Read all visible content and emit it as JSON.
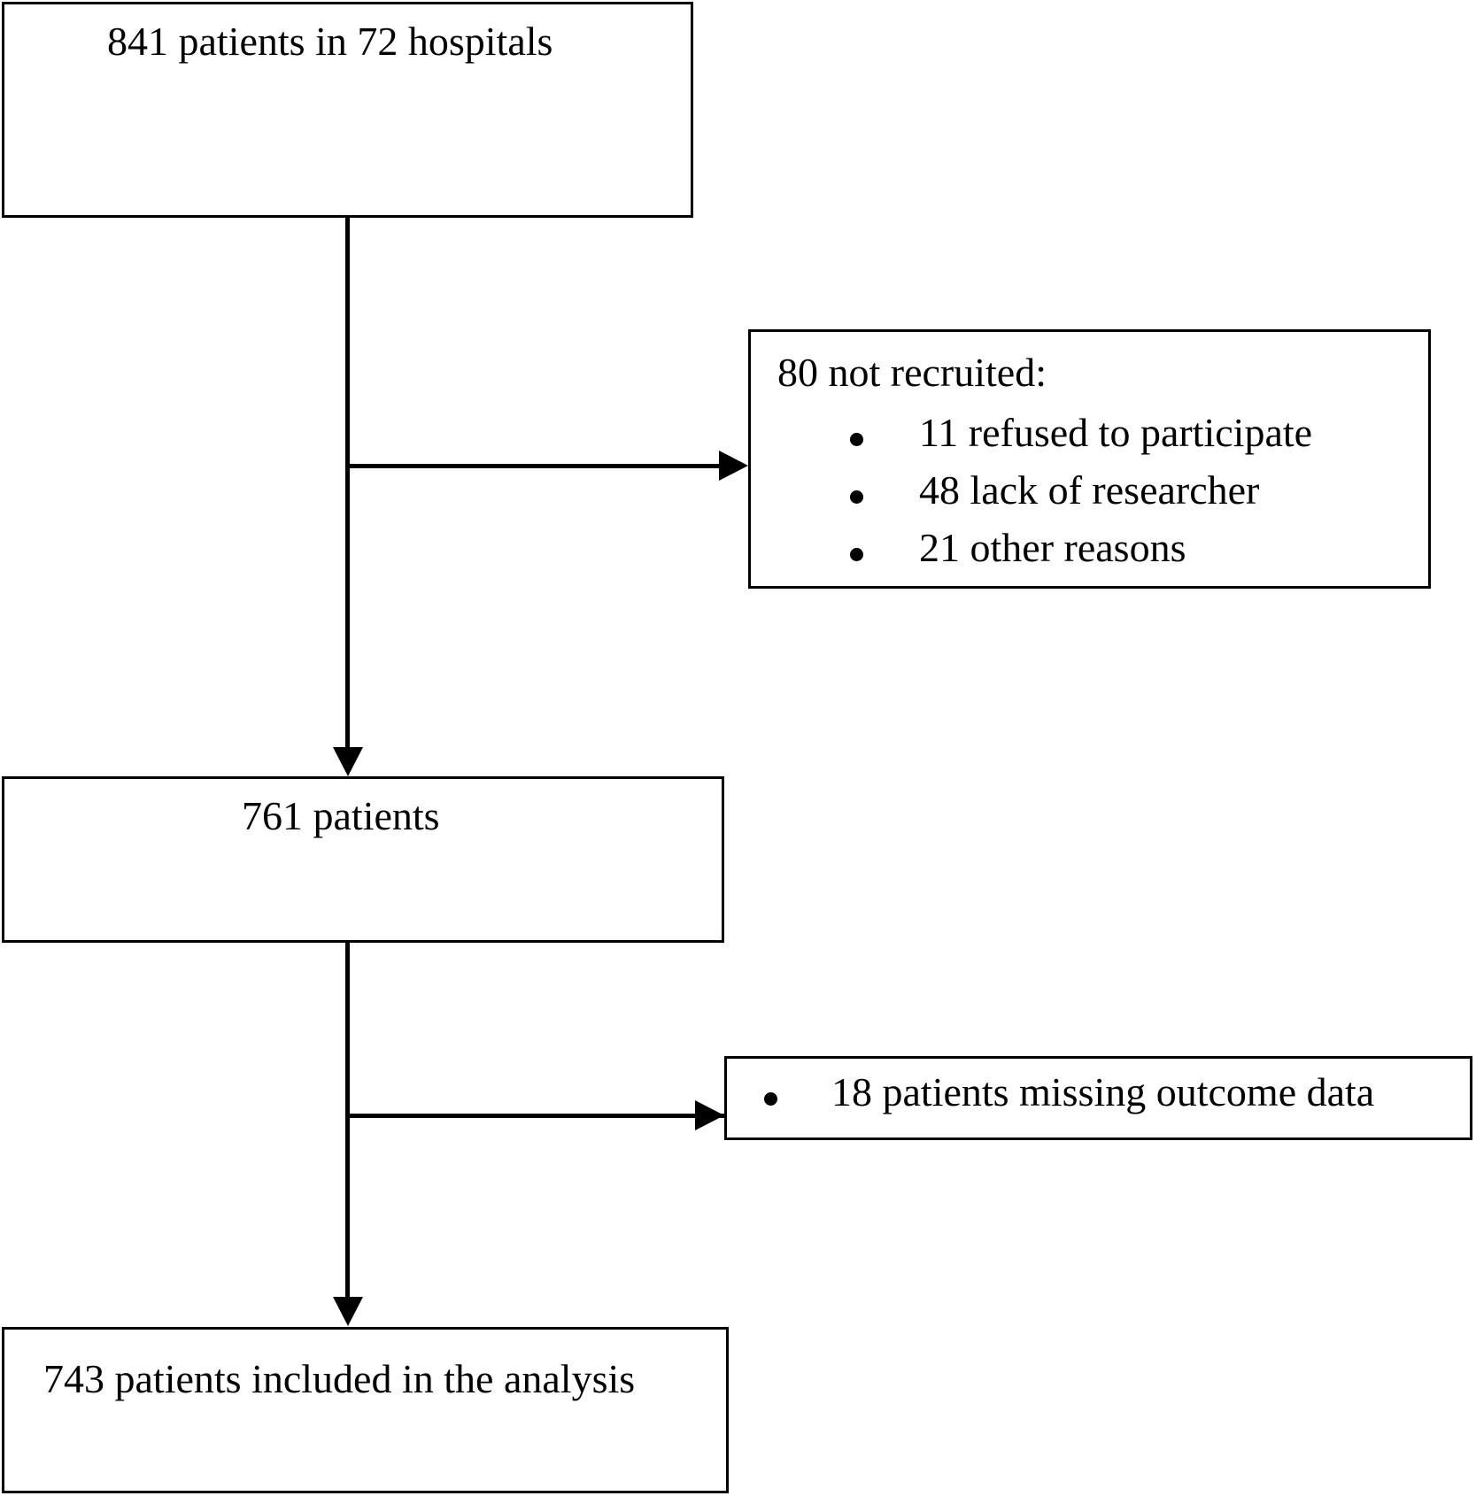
{
  "diagram": {
    "type": "CONSORT-style patient flow diagram",
    "boxes": {
      "enrolled": {
        "text": "841 patients in 72 hospitals"
      },
      "not_recruited": {
        "heading": "80 not recruited:",
        "bullets": [
          "11 refused to participate",
          "48 lack of researcher",
          "21 other reasons"
        ]
      },
      "recruited": {
        "text": "761 patients"
      },
      "missing": {
        "bullets": [
          "18 patients missing outcome data"
        ]
      },
      "analysed": {
        "text": "743 patients included in the analysis"
      }
    },
    "colors": {
      "stroke": "#000000",
      "fill": "#ffffff",
      "text": "#000000"
    }
  },
  "chart_data": {
    "type": "table",
    "title": "Patient flow",
    "categories": [
      "Patients screened in hospitals",
      "Not recruited",
      "Refused to participate",
      "Lack of researcher",
      "Other reasons",
      "Recruited patients",
      "Missing outcome data",
      "Included in analysis"
    ],
    "values": [
      841,
      80,
      11,
      48,
      21,
      761,
      18,
      743
    ],
    "annotations": [
      "72 hospitals"
    ]
  }
}
